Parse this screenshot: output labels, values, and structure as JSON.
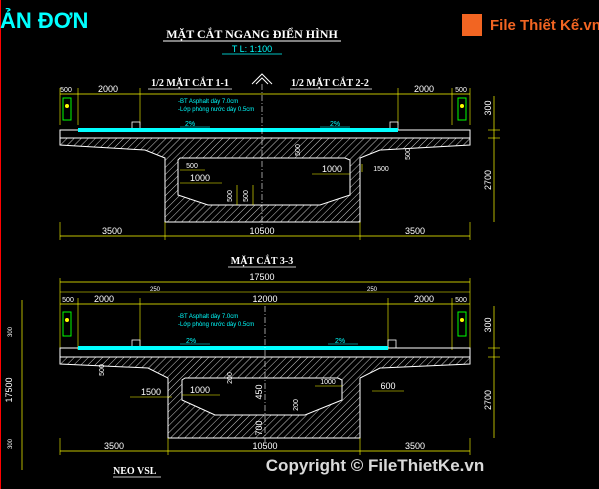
{
  "header_fragment": "ẢN ĐƠN",
  "logo_text": "File Thiết Kế.vn",
  "main_title": "MẶT CẮT NGANG ĐIỂN HÌNH",
  "scale": "T L: 1:100",
  "section_left_title": "1/2 MẶT CẮT 1-1",
  "section_right_title": "1/2 MẶT CẮT 2-2",
  "section3_title": "MẶT CẮT 3-3",
  "note_line1": "-BT Asphalt dày      7.0cm",
  "note_line2": "-Lớp phòng nước dày 0.5cm",
  "slope": "2%",
  "footer_label": "NEO VSL",
  "watermark": "Copyright © FileThietKe.vn",
  "colors": {
    "background": "#000000",
    "lines": "#ffffff",
    "dimensions": "#ffff00",
    "deck": "#00ffff",
    "accent": "#ff0000",
    "hatch": "#ffffff",
    "railing": "#00ff00",
    "logo_orange": "#f26522",
    "logo_green": "#1a9c3b"
  },
  "dims_top": {
    "d500a": "500",
    "d2000a": "2000",
    "d2000b": "2000",
    "d500b": "500",
    "h300": "300",
    "h2700": "2700",
    "b500": "500",
    "b1000": "1000",
    "b1000r": "1000",
    "b500r": "500",
    "b1500": "1500",
    "v500a": "500",
    "v500b": "500",
    "v500c": "500",
    "bottom3500a": "3500",
    "bottom10500": "10500",
    "bottom3500b": "3500"
  },
  "dims_mid": {
    "total": "17500",
    "d250a": "250",
    "d250b": "250",
    "d500a": "500",
    "d2000a": "2000",
    "d12000": "12000",
    "d2000b": "2000",
    "d500b": "500",
    "h300": "300",
    "h2700": "2700",
    "v500": "500",
    "v1500": "1500",
    "v1000a": "1000",
    "v200": "200",
    "v450": "450",
    "v1000b": "1000",
    "v600": "600",
    "v200b": "200",
    "v700": "700",
    "bottom3500a": "3500",
    "bottom10500": "10500",
    "bottom3500b": "3500"
  },
  "left_dims": {
    "d300a": "300",
    "d17500": "17500",
    "d300b": "300"
  }
}
